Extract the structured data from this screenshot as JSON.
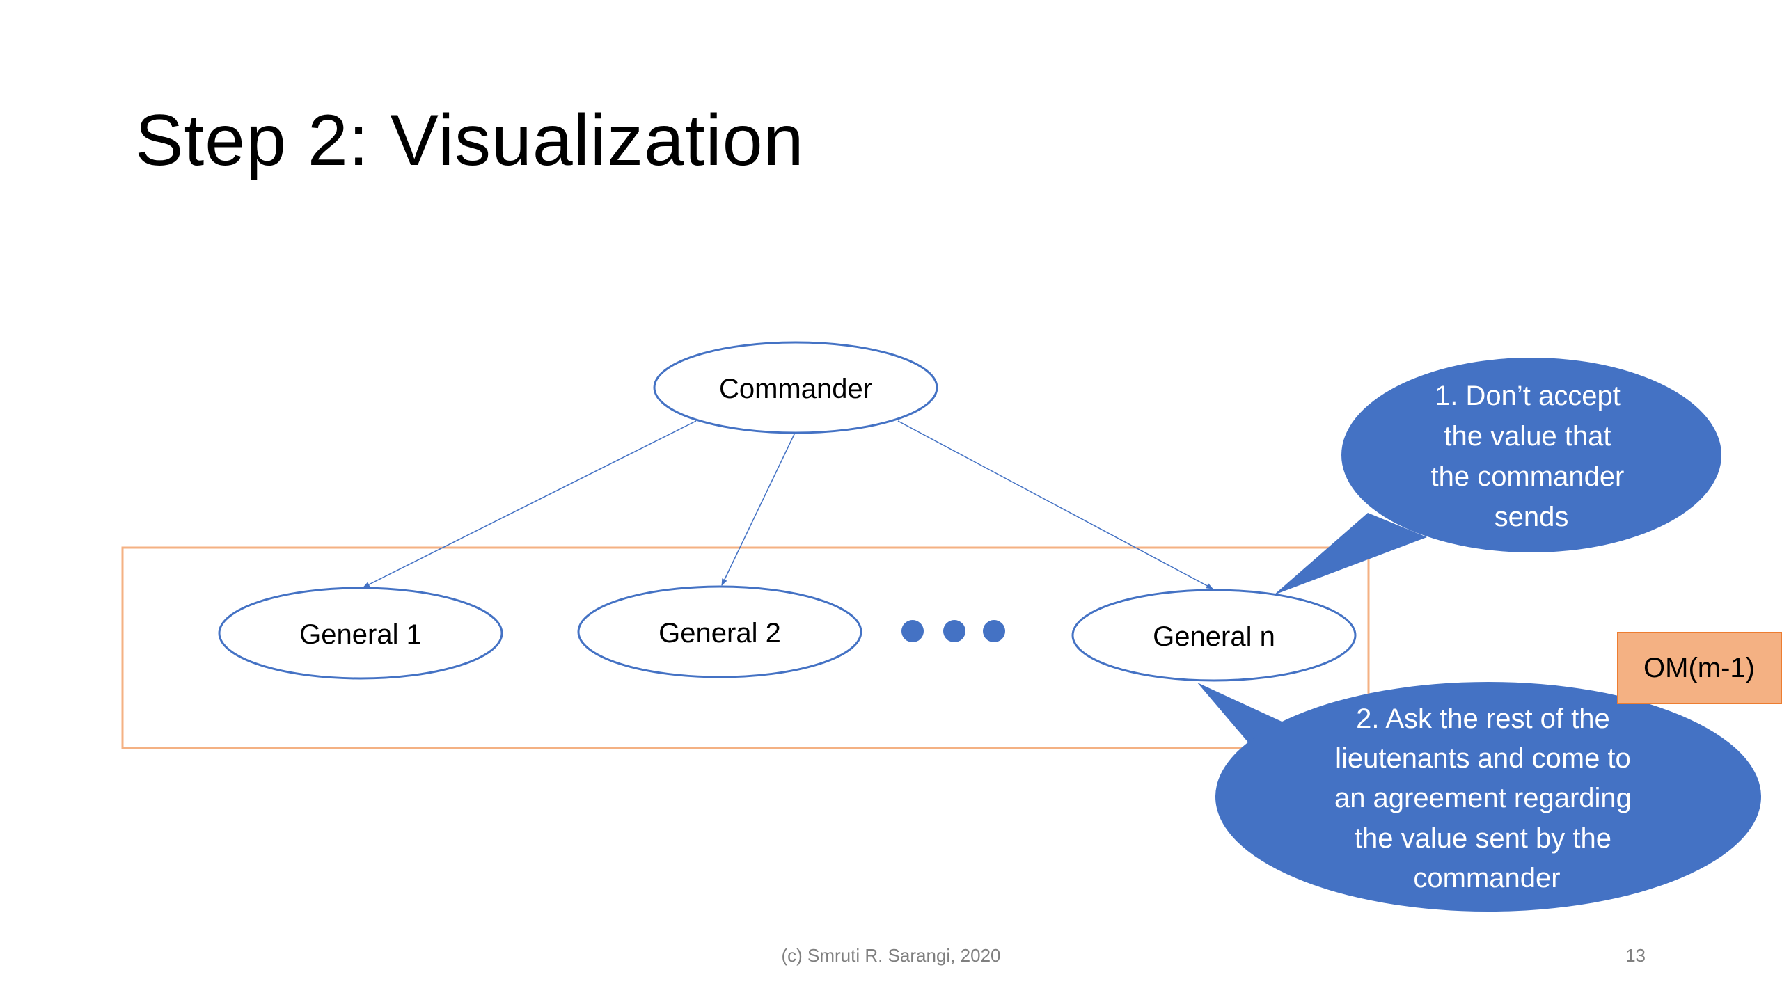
{
  "slide": {
    "title": "Step 2: Visualization",
    "footer_credit": "(c) Smruti R. Sarangi, 2020",
    "page_number": "13"
  },
  "diagram": {
    "commander": "Commander",
    "generals": [
      "General 1",
      "General 2",
      "General n"
    ],
    "ellipsis_dots": 3,
    "group_label": "OM(m-1)",
    "callout_1": [
      "1. Don’t accept",
      "the value that",
      "the commander",
      "sends"
    ],
    "callout_2": [
      "2. Ask the rest of the",
      "lieutenants and come to",
      "an agreement regarding",
      "the value sent by the",
      "commander"
    ]
  },
  "colors": {
    "node_outline": "#4472c4",
    "arrow": "#4472c4",
    "callout_fill": "#4472c4",
    "group_border": "#f4b183",
    "group_label_fill": "#f4b183",
    "group_label_border": "#ed7d31",
    "footer_text": "#7f7f7f"
  }
}
